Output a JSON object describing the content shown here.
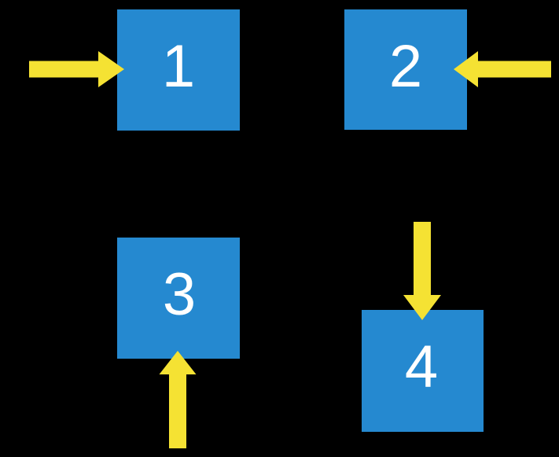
{
  "diagram": {
    "description": "Four numbered blue squares, each targeted by a yellow block arrow from a different direction",
    "squares": [
      {
        "id": "square-1",
        "label": "1",
        "arrow_direction": "right",
        "arrow_enters_from": "left side"
      },
      {
        "id": "square-2",
        "label": "2",
        "arrow_direction": "left",
        "arrow_enters_from": "right side"
      },
      {
        "id": "square-3",
        "label": "3",
        "arrow_direction": "up",
        "arrow_enters_from": "bottom side"
      },
      {
        "id": "square-4",
        "label": "4",
        "arrow_direction": "down",
        "arrow_enters_from": "top side"
      }
    ]
  },
  "colors": {
    "background": "#000000",
    "square_fill": "#2589D0",
    "arrow_fill": "#F5E233",
    "number_text": "#FFFFFF"
  }
}
